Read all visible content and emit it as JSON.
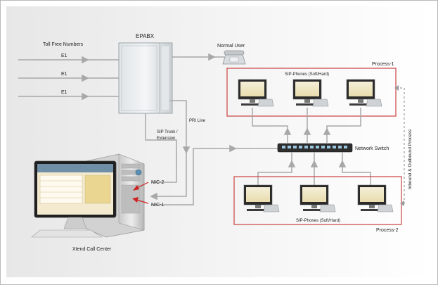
{
  "labels": {
    "toll_free": "Toll Free Numbers",
    "e1_1": "E1",
    "e1_2": "E1",
    "e1_3": "E1",
    "epabx": "EPABX",
    "normal_user": "Normal User",
    "process1": "Process-1",
    "sip_phones_1": "SIP-Phones (Soft/Hard)",
    "pri_line": "PRI Line",
    "sip_trunk_1": "SIP Trunk /",
    "sip_trunk_2": "Extension",
    "network_switch": "Network Switch",
    "inbound_outbound": "Inbound & Outbound Process",
    "nic2": "NIC-2",
    "nic1": "NIC-1",
    "sip_phones_2": "SIP-Phones (Soft/Hard)",
    "process2": "Process-2",
    "xtend": "Xtend Call Center"
  },
  "colors": {
    "process_border": "#c8423f",
    "connector": "#a6a6a6",
    "arrow_red": "#cc2222",
    "background_gray": "#ececec"
  }
}
